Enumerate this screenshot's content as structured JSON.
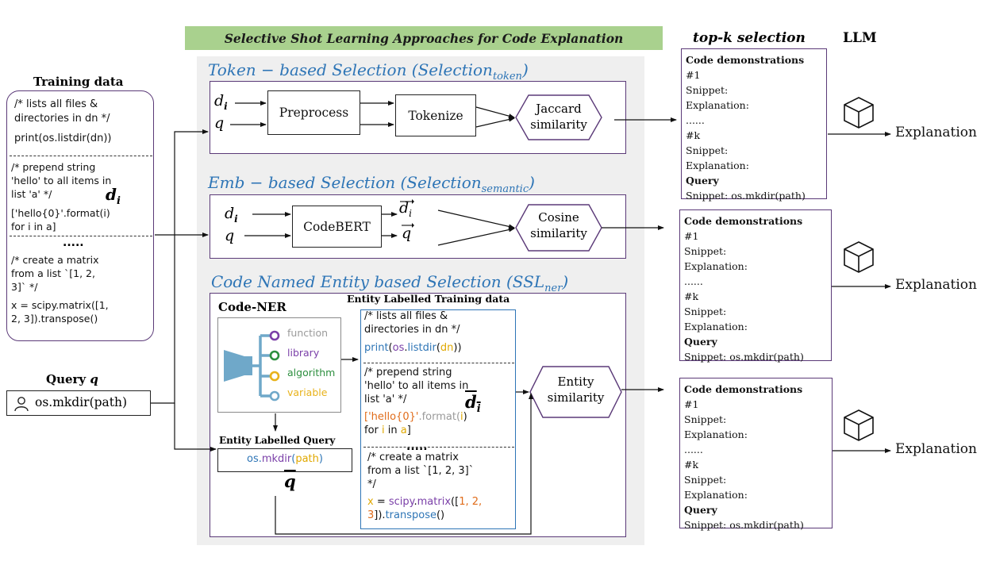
{
  "banner": "Selective Shot Learning Approaches  for Code Explanation",
  "topk_label": "top-k selection",
  "llm_label": "LLM",
  "training": {
    "title": "Training data",
    "ex1_l1": "/* lists all files &",
    "ex1_l2": "directories in dn */",
    "ex1_l3": "print(os.listdir(dn))",
    "ex2_l1": "/* prepend string",
    "ex2_l2": "'hello' to all items in",
    "ex2_l3": "list 'a' */",
    "ex2_l4": "['hello{0}'.format(i)",
    "ex2_l5": "for i in a]",
    "di": "d",
    "di_sub": "i",
    "dots": ".....",
    "ex3_l1": "/* create a matrix",
    "ex3_l2": "from a list `[1, 2,",
    "ex3_l3": "3]` */",
    "ex3_l4": "x = scipy.matrix([1,",
    "ex3_l5": "2, 3]).transpose()"
  },
  "query": {
    "title": "Query ",
    "var": "q",
    "value": "os.mkdir(path)"
  },
  "token_sec": {
    "title": "Token − based Selection (Selection",
    "sub": "token",
    "close": ")",
    "di": "d",
    "di_sub": "i",
    "q": "q",
    "preprocess": "Preprocess",
    "tokenize": "Tokenize",
    "sim1": "Jaccard",
    "sim2": "similarity"
  },
  "emb_sec": {
    "title": "Emb − based Selection (Selection",
    "sub": "semantic",
    "close": ")",
    "di": "d",
    "di_sub": "i",
    "q": "q",
    "codebert": "CodeBERT",
    "sim1": "Cosine",
    "sim2": "similarity"
  },
  "ner_sec": {
    "title": "Code Named Entity based Selection (SSL",
    "sub": "ner",
    "close": ")",
    "code_ner": "Code-NER",
    "legend": [
      "function",
      "library",
      "algorithm",
      "variable"
    ],
    "elt_title": "Entity Labelled Training data",
    "elq_title": "Entity Labelled Query",
    "elq_a": "os.",
    "elq_b": "mkdir",
    "elq_c": "(",
    "elq_d": "path",
    "elq_e": ")",
    "qbar": "q",
    "sim1": "Entity",
    "sim2": "similarity",
    "e1_l1": "/* lists all files &",
    "e1_l2": "directories in dn */",
    "e1_a": "print",
    "e1_b": "(",
    "e1_c": "os",
    "e1_d": ".",
    "e1_e": "listdir",
    "e1_f": "(",
    "e1_g": "dn",
    "e1_h": "))",
    "e2_l1": "/* prepend string",
    "e2_l2": "'hello' to all items in",
    "e2_l3": "list 'a' */",
    "e2_a": "['hello{0}'",
    "e2_b": ".format(",
    "e2_c": "i",
    "e2_d": ")",
    "e2_f1": "for ",
    "e2_f2": "i",
    "e2_f3": " in ",
    "e2_f4": "a",
    "e2_f5": "]",
    "e_di": "d",
    "e_di_sub": "i",
    "e_dots": ".....",
    "e3_l1": "/* create a matrix",
    "e3_l2": "from a list `[1, 2, 3]`",
    "e3_l3": "*/",
    "e3_a": "x",
    "e3_b": " = ",
    "e3_c": "scipy",
    "e3_d": ".",
    "e3_e": "matrix",
    "e3_f": "([",
    "e3_g": "1, 2,",
    "e3_h": "3",
    "e3_i": "]).",
    "e3_j": "transpose",
    "e3_k": "()"
  },
  "demos": [
    {
      "title": "Code demonstrations",
      "n1": "#1",
      "s1": "Snippet:",
      "x1": "Explanation:",
      "dots": "......",
      "nk": "#k",
      "sk": "Snippet:",
      "xk": "Explanation:",
      "q": "Query",
      "qs": "Snippet: os.mkdir(path)"
    },
    {
      "title": "Code demonstrations",
      "n1": "#1",
      "s1": "Snippet:",
      "x1": "Explanation:",
      "dots": "......",
      "nk": "#k",
      "sk": "Snippet:",
      "xk": "Explanation:",
      "q": "Query",
      "qs": "Snippet: os.mkdir(path)"
    },
    {
      "title": "Code demonstrations",
      "n1": "#1",
      "s1": "Snippet:",
      "x1": "Explanation:",
      "dots": "......",
      "nk": "#k",
      "sk": "Snippet:",
      "xk": "Explanation:",
      "q": "Query",
      "qs": "Snippet: os.mkdir(path)"
    }
  ],
  "explanation": "Explanation",
  "colors": {
    "section_title": "#2e75b6",
    "border": "#5b3a78",
    "banner": "#a9d18e",
    "panel": "#efefef"
  }
}
